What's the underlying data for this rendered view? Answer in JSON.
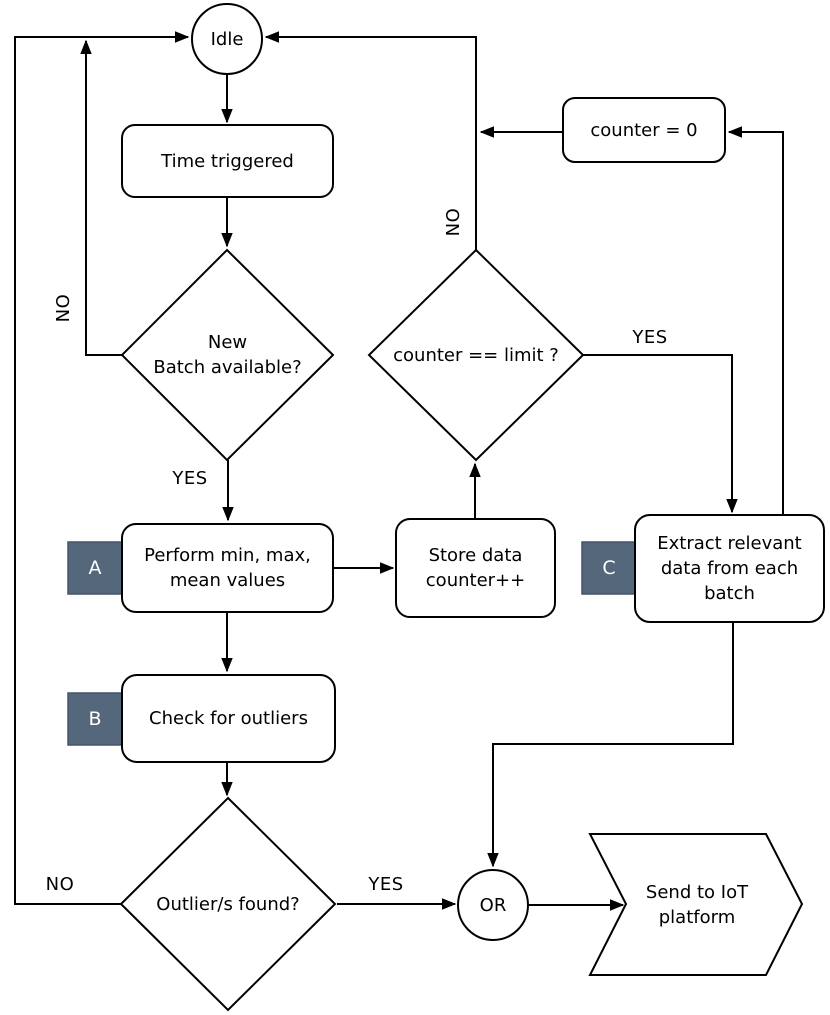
{
  "diagram_type": "flowchart",
  "nodes": {
    "idle": {
      "label": "Idle",
      "shape": "circle"
    },
    "time_triggered": {
      "label": "Time triggered",
      "shape": "rounded-rect"
    },
    "new_batch": {
      "label": "New\nBatch available?",
      "shape": "diamond"
    },
    "perform_min_max_mean": {
      "label": "Perform min, max,\nmean values",
      "badge": "A",
      "shape": "rounded-rect"
    },
    "check_outliers": {
      "label": "Check for outliers",
      "badge": "B",
      "shape": "rounded-rect"
    },
    "outlier_found": {
      "label": "Outlier/s found?",
      "shape": "diamond"
    },
    "store_data": {
      "label": "Store data\ncounter++",
      "shape": "rounded-rect"
    },
    "counter_limit": {
      "label": "counter == limit ?",
      "shape": "diamond"
    },
    "counter_zero": {
      "label": "counter = 0",
      "shape": "rounded-rect"
    },
    "extract_data": {
      "label": "Extract relevant\ndata from each\nbatch",
      "badge": "C",
      "shape": "rounded-rect"
    },
    "or_junction": {
      "label": "OR",
      "shape": "circle"
    },
    "send_iot": {
      "label": "Send to IoT\nplatform",
      "shape": "chevron"
    }
  },
  "edge_labels": {
    "new_batch_yes": "YES",
    "new_batch_no": "NO",
    "counter_limit_yes": "YES",
    "counter_limit_no": "NO",
    "outlier_yes": "YES",
    "outlier_no": "NO"
  },
  "colors": {
    "badge_fill": "#55677a",
    "badge_border": "#45536a",
    "stroke": "#000000",
    "node_fill": "#ffffff",
    "background": "#ffffff"
  }
}
